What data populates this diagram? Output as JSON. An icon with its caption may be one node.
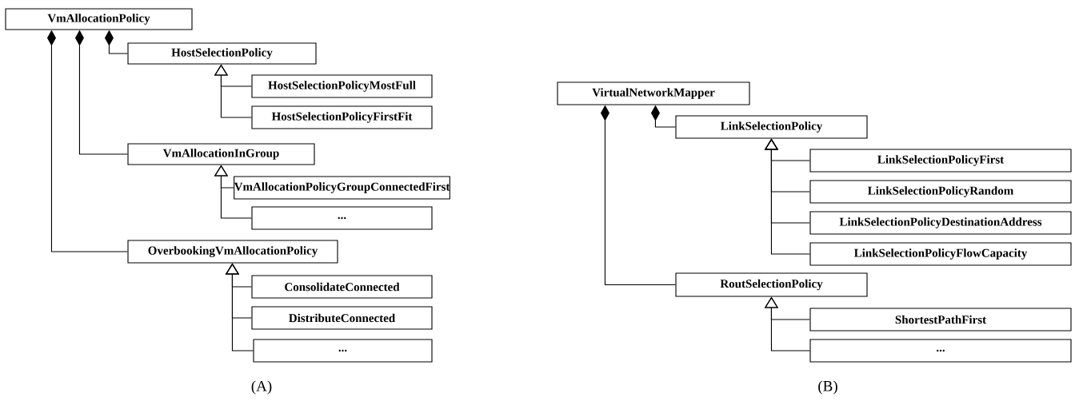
{
  "diagram": {
    "nodes": [
      {
        "text": [
          "VmAllocationPolicy"
        ]
      },
      {
        "text": [
          "HostSelectionPolicy"
        ]
      },
      {
        "text": [
          "HostSelectionPolicyMostFull"
        ]
      },
      {
        "text": [
          "HostSelectionPolicyFirstFit"
        ]
      },
      {
        "text": [
          "VmAllocationInGroup"
        ]
      },
      {
        "text": [
          "VmAllocationPolicyGroupConnectedFirst"
        ]
      },
      {
        "text": [
          "..."
        ]
      },
      {
        "text": [
          "OverbookingVmAllocationPolicy"
        ]
      },
      {
        "text": [
          "ConsolidateConnected"
        ]
      },
      {
        "text": [
          "DistributeConnected"
        ]
      },
      {
        "text": [
          "..."
        ]
      },
      {
        "text": [
          "VirtualNetworkMapper"
        ]
      },
      {
        "text": [
          "LinkSelectionPolicy"
        ]
      },
      {
        "text": [
          "LinkSelectionPolicyFirst"
        ]
      },
      {
        "text": [
          "LinkSelectionPolicyRandom"
        ]
      },
      {
        "text": [
          "LinkSelectionPolicyDestinationAddress"
        ]
      },
      {
        "text": [
          "LinkSelectionPolicyFlowCapacity"
        ]
      },
      {
        "text": [
          "RoutSelectionPolicy"
        ]
      },
      {
        "text": [
          "ShortestPathFirst"
        ]
      },
      {
        "text": [
          "..."
        ]
      }
    ],
    "edges": [
      {
        "from": 0,
        "to": 1,
        "arrow": "other"
      },
      {
        "from": 0,
        "to": 4,
        "arrow": "other"
      },
      {
        "from": 0,
        "to": 7,
        "arrow": "other"
      },
      {
        "from": 2,
        "to": 1,
        "arrow": "to"
      },
      {
        "from": 3,
        "to": 1,
        "arrow": "to"
      },
      {
        "from": 5,
        "to": 4,
        "arrow": "to"
      },
      {
        "from": 6,
        "to": 4,
        "arrow": "to"
      },
      {
        "from": 8,
        "to": 7,
        "arrow": "to"
      },
      {
        "from": 9,
        "to": 7,
        "arrow": "to"
      },
      {
        "from": 10,
        "to": 7,
        "arrow": "to"
      },
      {
        "from": 11,
        "to": 12,
        "arrow": "other"
      },
      {
        "from": 11,
        "to": 17,
        "arrow": "other"
      },
      {
        "from": 13,
        "to": 12,
        "arrow": "to"
      },
      {
        "from": 14,
        "to": 12,
        "arrow": "to"
      },
      {
        "from": 15,
        "to": 12,
        "arrow": "to"
      },
      {
        "from": 16,
        "to": 12,
        "arrow": "to"
      },
      {
        "from": 18,
        "to": 17,
        "arrow": "to"
      },
      {
        "from": 19,
        "to": 17,
        "arrow": "to"
      }
    ],
    "labels": [
      "(A)",
      "(B)"
    ]
  }
}
